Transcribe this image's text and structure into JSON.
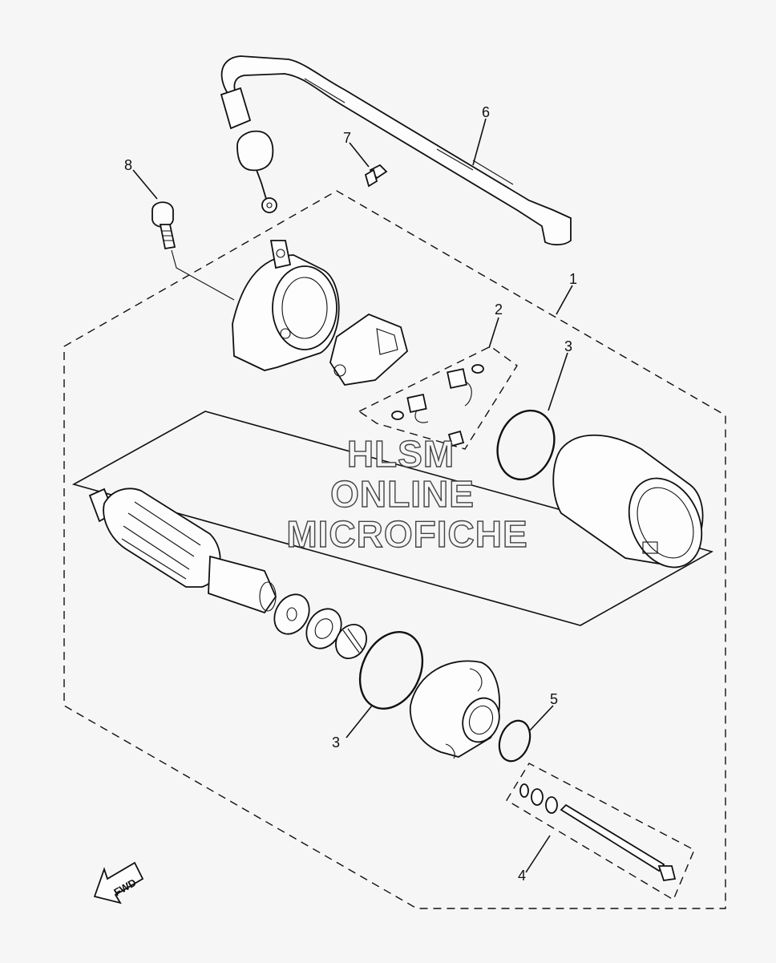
{
  "watermark": {
    "line1": "HLSM",
    "line2": "ONLINE",
    "line3": "MICROFICHE"
  },
  "direction_label": "FWD",
  "callouts": [
    {
      "id": "c1",
      "label": "1"
    },
    {
      "id": "c2",
      "label": "2"
    },
    {
      "id": "c3a",
      "label": "3"
    },
    {
      "id": "c3b",
      "label": "3"
    },
    {
      "id": "c4",
      "label": "4"
    },
    {
      "id": "c5",
      "label": "5"
    },
    {
      "id": "c6",
      "label": "6"
    },
    {
      "id": "c7",
      "label": "7"
    },
    {
      "id": "c8",
      "label": "8"
    }
  ]
}
